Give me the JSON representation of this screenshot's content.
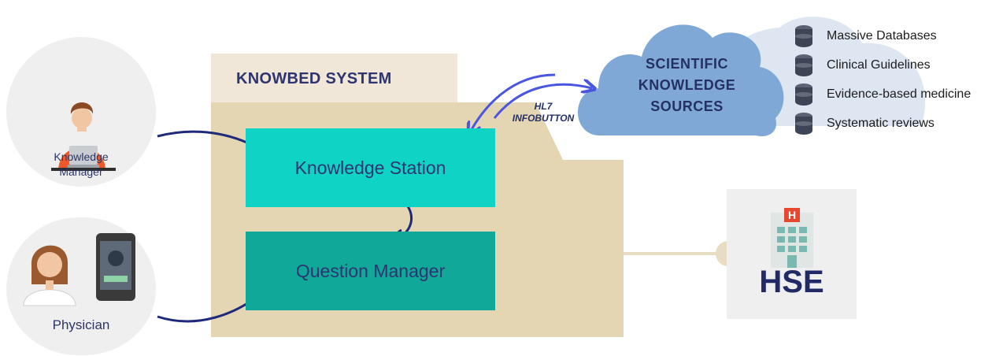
{
  "actors": [
    {
      "id": "knowledge-manager",
      "label_line1": "Knowledge",
      "label_line2": "Manager",
      "icon": "user-laptop-icon"
    },
    {
      "id": "physician",
      "label": "Physician",
      "icon": "doctor-icon",
      "device": "smartphone-icon"
    }
  ],
  "system": {
    "title": "KNOWBED SYSTEM",
    "components": [
      {
        "label": "Knowledge Station",
        "color": "#0fd3c5"
      },
      {
        "label": "Question Manager",
        "color": "#10a898"
      }
    ]
  },
  "protocol": {
    "line1": "HL7",
    "line2": "INFOBUTTON"
  },
  "sources": {
    "title_line1": "SCIENTIFIC",
    "title_line2": "KNOWLEDGE",
    "title_line3": "SOURCES",
    "items": [
      {
        "label": "Massive Databases",
        "icon": "database-icon"
      },
      {
        "label": "Clinical Guidelines",
        "icon": "database-icon"
      },
      {
        "label": "Evidence-based medicine",
        "icon": "database-icon"
      },
      {
        "label": "Systematic reviews",
        "icon": "database-icon"
      }
    ]
  },
  "hospital": {
    "label": "HSE",
    "icon": "hospital-icon",
    "badge": "H"
  },
  "colors": {
    "arrow": "#1f2a7a",
    "hl7_arrow": "#4a55e0",
    "folder": "#e4d5b3",
    "folder_tab": "#f0e7d8",
    "cloud": "#7fa8d6",
    "cloud_back": "#dde6f1",
    "connector": "#e8dcc3"
  }
}
